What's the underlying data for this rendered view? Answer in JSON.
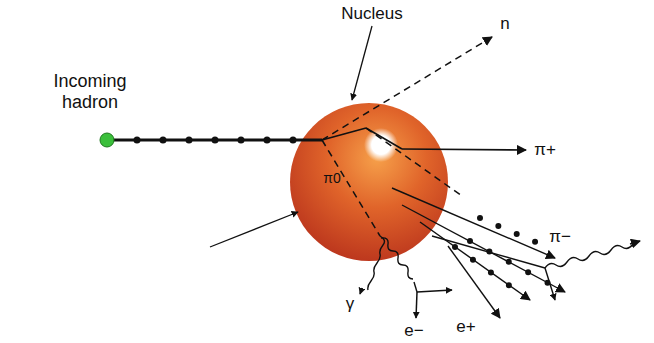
{
  "diagram": {
    "labels": [
      "Nucleus",
      "Incoming hadron",
      "n",
      "π+",
      "π0",
      "π−",
      "γ",
      "e−",
      "e+"
    ]
  }
}
